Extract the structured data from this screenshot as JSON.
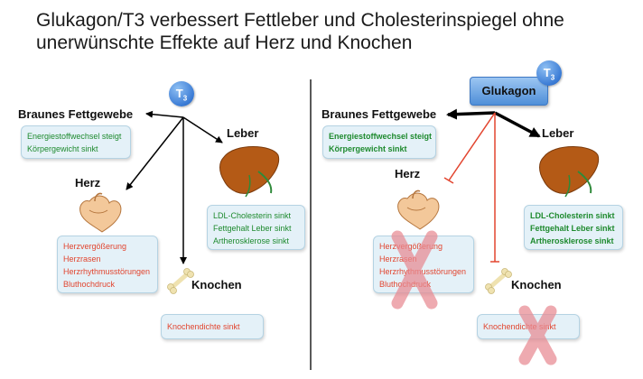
{
  "title": "Glukagon/T3 verbessert Fettleber und Cholesterinspiegel ohne unerwünschte Effekte auf Herz und Knochen",
  "left": {
    "hormone": "T",
    "hormone_sub": "3",
    "labels": {
      "fat": "Braunes Fettgewebe",
      "liver": "Leber",
      "heart": "Herz",
      "bone": "Knochen"
    },
    "fat_box": [
      "Energiestoffwechsel steigt",
      "Körpergewicht sinkt"
    ],
    "liver_box": [
      "LDL-Cholesterin sinkt",
      "Fettgehalt Leber sinkt",
      "Artherosklerose sinkt"
    ],
    "heart_box": [
      "Herzvergößerung",
      "Herzrasen",
      "Herzrhythmusstörungen",
      "Bluthochdruck"
    ],
    "bone_box": [
      "Knochendichte sinkt"
    ]
  },
  "right": {
    "hormone_main": "Glukagon",
    "hormone": "T",
    "hormone_sub": "3",
    "labels": {
      "fat": "Braunes Fettgewebe",
      "liver": "Leber",
      "heart": "Herz",
      "bone": "Knochen"
    },
    "fat_box": [
      "Energiestoffwechsel steigt",
      "Körpergewicht sinkt"
    ],
    "liver_box": [
      "LDL-Cholesterin sinkt",
      "Fettgehalt Leber sinkt",
      "Artherosklerose sinkt"
    ],
    "heart_box": [
      "Herzvergößerung",
      "Herzrasen",
      "Herzrhythmusstörungen",
      "Bluthochdruck"
    ],
    "bone_box": [
      "Knochendichte sinkt"
    ]
  },
  "colors": {
    "positive_text": "#1e8a2e",
    "negative_text": "#e2452f",
    "blocked_line": "#e2452f",
    "cross": "#e88a92",
    "box_fill": "#e4f1f8"
  }
}
